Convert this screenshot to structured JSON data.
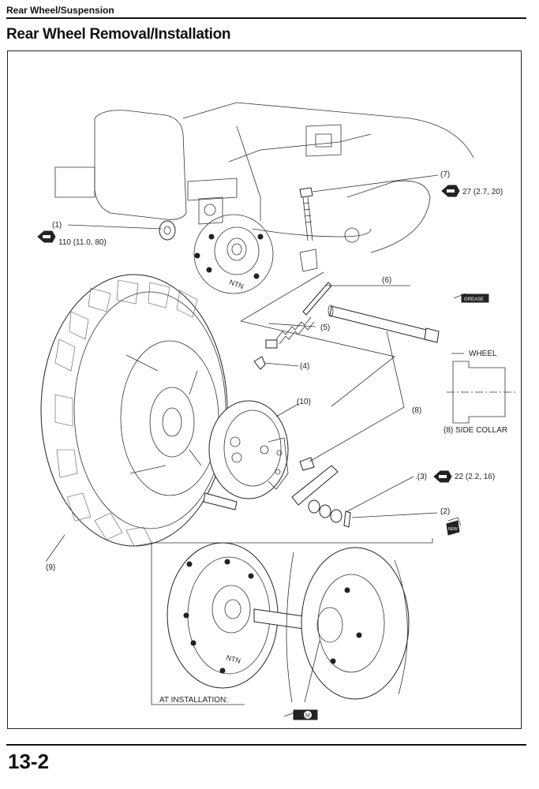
{
  "header": {
    "section": "Rear Wheel/Suspension",
    "title": "Rear Wheel Removal/Installation"
  },
  "footer": {
    "page_number": "13-2"
  },
  "callouts": {
    "c1": "(1)",
    "c2": "(2)",
    "c3": ".(3)",
    "c4": "(4)",
    "c5": "(5)",
    "c6": "(6)",
    "c7": "(7)",
    "c8": "(8)",
    "c9": "(9)",
    "c10": "(10)"
  },
  "torque": {
    "t1": "110 (11.0, 80)",
    "t7": "27 (2.7, 20)",
    "t3": "22 (2.2, 16)"
  },
  "collar": {
    "wheel_label": "WHEEL",
    "side_collar_label": "(8) SIDE COLLAR"
  },
  "badges": {
    "grease": "GREASE",
    "new": "NEW",
    "moly": "M"
  },
  "inset": {
    "caption": "AT INSTALLATION:"
  },
  "colors": {
    "ink": "#222222",
    "paper": "#ffffff"
  }
}
